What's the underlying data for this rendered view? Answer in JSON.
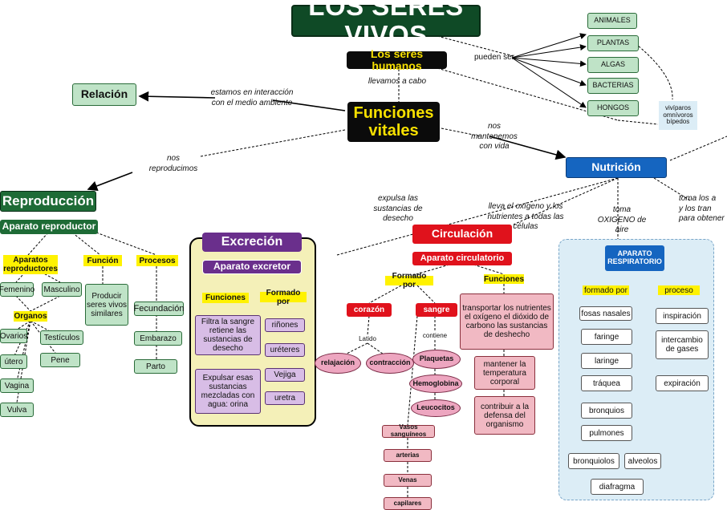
{
  "title": "LOS SERES VIVOS",
  "humanos": "Los seres humanos",
  "funciones_line1": "Funciones",
  "funciones_line2": "vitales",
  "relacion": "Relación",
  "reproduccion": "Reproducción",
  "nutricion": "Nutrición",
  "kingdoms": [
    "ANIMALES",
    "PLANTAS",
    "ALGAS",
    "BACTERIAS",
    "HONGOS"
  ],
  "animal_traits": [
    "vivíparos",
    "omnívoros",
    "bípedos"
  ],
  "link_labels": {
    "pueden_ser": "pueden ser",
    "llevamos": "llevamos a cabo",
    "interaccion_1": "estamos en interacción",
    "interaccion_2": "con el medio ambiente",
    "reproducimos": "nos reproducimos",
    "mantenemos_1": "nos mantenemos",
    "mantenemos_2": "con vida",
    "expulsa_1": "expulsa las",
    "expulsa_2": "sustancias de desecho",
    "lleva_1": "lleva el oxígeno y los",
    "lleva_2": "nutrientes a todas las células",
    "toma_1": "toma",
    "toma_2": "OXIGENO de aire",
    "tomalos_1": "toma los a",
    "tomalos_2": "y los tran",
    "tomalos_3": "para obtener",
    "latido": "Latido",
    "contiene": "contiene"
  },
  "reproductor": {
    "header": "Aparato reproductor",
    "aparatos_1": "Aparatos",
    "aparatos_2": "reproductores",
    "funcion": "Función",
    "procesos": "Procesos",
    "femenino": "Femenino",
    "masculino": "Masculino",
    "organos": "Organos",
    "ovarios": "Ovarios",
    "utero": "útero",
    "vagina": "Vagina",
    "vulva": "Vulva",
    "testiculos": "Testículos",
    "pene": "Pene",
    "producir": "Producir seres vivos similares",
    "fecundacion": "Fecundación",
    "embarazo": "Embarazo",
    "parto": "Parto"
  },
  "excrecion": {
    "header": "Excreción",
    "sub": "Aparato excretor",
    "funciones": "Funciones",
    "formado": "Formado por",
    "func_1": "Filtra la sangre retiene las sustancias de desecho",
    "func_2": "Expulsar esas sustancias mezcladas con agua: orina",
    "organs": [
      "riñones",
      "uréteres",
      "Vejiga",
      "uretra"
    ]
  },
  "circulacion": {
    "header": "Circulación",
    "sub": "Aparato circulatorio",
    "formado": "Formado por",
    "funciones": "Funciones",
    "corazon": "corazón",
    "sangre": "sangre",
    "relajacion": "relajación",
    "contraccion": "contracción",
    "blood": [
      "Plaquetas",
      "Hemoglobina",
      "Leucocitos"
    ],
    "vessels": [
      "Vasos sanguíneos",
      "arterias",
      "Venas",
      "capilares"
    ],
    "func_1": "transportar los nutrientes el oxígeno el dióxido de carbono las sustancias de deshecho",
    "func_2": "mantener la temperatura corporal",
    "func_3": "contribuir a la defensa del organismo"
  },
  "respiratorio": {
    "header_1": "APARATO",
    "header_2": "RESPIRATORIO",
    "formado": "formado por",
    "proceso": "proceso",
    "organs": [
      "fosas nasales",
      "faringe",
      "laringe",
      "tráquea",
      "bronquios",
      "pulmones"
    ],
    "extra": [
      "bronquiolos",
      "alveolos",
      "diafragma"
    ],
    "processes": [
      "inspiración",
      "intercambio de gases",
      "expiración"
    ]
  },
  "colors": {
    "title_bg": "#0f4a26",
    "black_bg": "#0b0b0b",
    "yellow": "#fff200",
    "green_leaf": "#bfe3c7",
    "purple": "#6a2f8c",
    "red": "#e0121c",
    "blue": "#1565c0",
    "panel_yellow": "#f4f0b8",
    "panel_blue": "#dcedf6"
  }
}
